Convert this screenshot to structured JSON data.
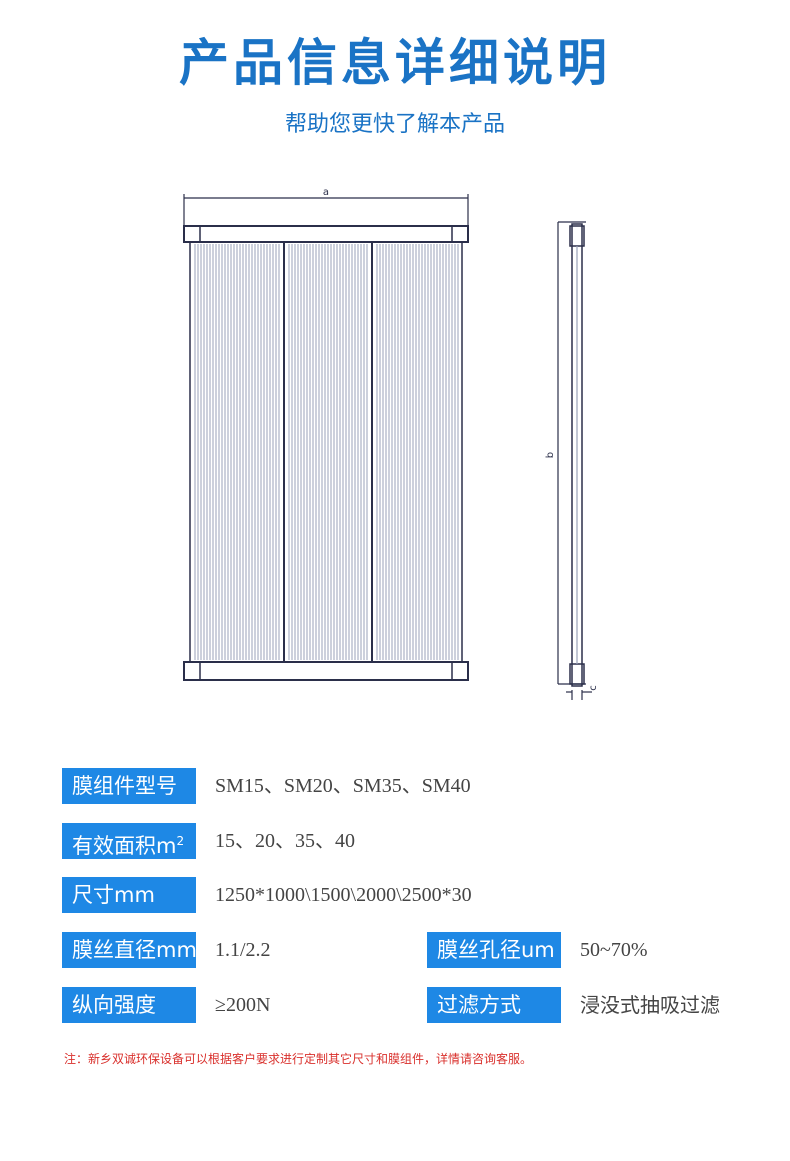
{
  "header": {
    "title": "产品信息详细说明",
    "subtitle": "帮助您更快了解本产品"
  },
  "drawing": {
    "dim_width": "a",
    "dim_height": "b",
    "dim_thickness": "c"
  },
  "specs": {
    "model": {
      "label": "膜组件型号",
      "value": "SM15、SM20、SM35、SM40"
    },
    "area": {
      "label": "有效面积m",
      "label_sup": "2",
      "value": "15、20、35、40"
    },
    "size": {
      "label": "尺寸mm",
      "value": "1250*1000\\1500\\2000\\2500*30"
    },
    "fiber_diameter": {
      "label": "膜丝直径mm",
      "value": "1.1/2.2"
    },
    "pore_size": {
      "label": "膜丝孔径um",
      "value": "50~70%"
    },
    "tensile": {
      "label": "纵向强度",
      "value": "≥200N"
    },
    "filtration": {
      "label": "过滤方式",
      "value": "浸没式抽吸过滤"
    }
  },
  "note": "注：新乡双诚环保设备可以根据客户要求进行定制其它尺寸和膜组件，详情请咨询客服。",
  "colors": {
    "accent": "#1a73c5",
    "label_bg": "#1e88e5",
    "note": "#d9302c"
  }
}
